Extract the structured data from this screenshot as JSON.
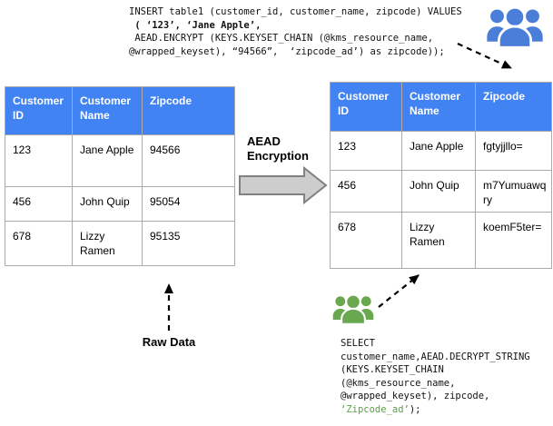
{
  "colors": {
    "table_header_blue": "#4283F3",
    "people_icon_blue": "#4A7ED9",
    "people_icon_green": "#6AA84F",
    "code_highlight_green": "#5C9E49",
    "block_arrow_gray": "#CDCDCD",
    "block_arrow_border": "#818181"
  },
  "insert_query": {
    "lines": [
      "INSERT table1 (customer_id, customer_name, zipcode) VALUES",
      " ( ‘123’, ‘Jane Apple’,",
      " AEAD.ENCRYPT (KEYS.KEYSET_CHAIN (@kms_resource_name,",
      "@wrapped_keyset), “94566”,  ‘zipcode_ad’) as zipcode));"
    ]
  },
  "raw_table": {
    "headers": [
      "Customer ID",
      "Customer Name",
      "Zipcode"
    ],
    "rows": [
      [
        "123",
        "Jane Apple",
        "94566"
      ],
      [
        "456",
        "John Quip",
        "95054"
      ],
      [
        "678",
        "Lizzy Ramen",
        "95135"
      ]
    ]
  },
  "encrypted_table": {
    "headers": [
      "Customer ID",
      "Customer Name",
      "Zipcode"
    ],
    "rows": [
      [
        "123",
        "Jane Apple",
        "fgtyjjllo="
      ],
      [
        "456",
        "John Quip",
        "m7Yumuawqry"
      ],
      [
        "678",
        "Lizzy Ramen",
        "koemF5ter="
      ]
    ]
  },
  "labels": {
    "transform_arrow": "AEAD Encryption",
    "raw_data": "Raw Data"
  },
  "select_query": {
    "lines": [
      "SELECT",
      "customer_name,AEAD.DECRYPT_STRING",
      "(KEYS.KEYSET_CHAIN",
      "(@kms_resource_name,",
      "@wrapped_keyset), zipcode,"
    ],
    "highlighted": "‘Zipcode_ad’",
    "tail": ");"
  }
}
